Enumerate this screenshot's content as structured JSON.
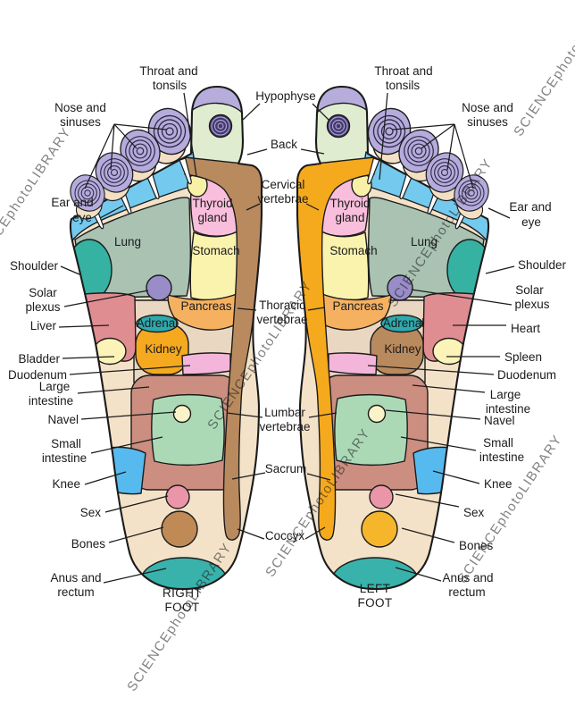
{
  "figure": {
    "caption_right_foot": {
      "line1": "RIGHT",
      "line2": "FOOT"
    },
    "caption_left_foot": {
      "line1": "LEFT",
      "line2": "FOOT"
    },
    "watermark": "SCIENCEphotoLIBRARY"
  },
  "zones": {
    "lung": "Lung",
    "thyroid1": "Thyroid",
    "thyroid2": "gland",
    "stomach": "Stomach",
    "pancreas": "Pancreas",
    "adrenal": "Adrenal",
    "kidney": "Kidney"
  },
  "labels": {
    "throat1": "Throat and",
    "throat2": "tonsils",
    "nose1": "Nose and",
    "nose2": "sinuses",
    "hypophyse": "Hypophyse",
    "back": "Back",
    "cervical1": "Cervical",
    "cervical2": "vertebrae",
    "thoracic1": "Thoracic",
    "thoracic2": "vertebrae",
    "lumbar1": "Lumbar",
    "lumbar2": "vertebrae",
    "sacrum": "Sacrum",
    "coccyx": "Coccyx",
    "ear1": "Ear and",
    "ear2": "eye",
    "shoulder": "Shoulder",
    "solar1": "Solar",
    "solar2": "plexus",
    "liver": "Liver",
    "heart": "Heart",
    "bladder": "Bladder",
    "spleen": "Spleen",
    "duodenum": "Duodenum",
    "large1": "Large",
    "large2": "intestine",
    "navel": "Navel",
    "small1": "Small",
    "small2": "intestine",
    "knee": "Knee",
    "sex": "Sex",
    "bones": "Bones",
    "anus1": "Anus and",
    "anus2": "rectum"
  },
  "colors": {
    "outline": "#1b1b1b",
    "sole": "#f4e2c8",
    "toe_pad": "#f3e0c4",
    "toe_lavender": "#b5abdc",
    "toe_spiral": "#2f2a45",
    "big_toe": "#e0ecd0",
    "big_toe_cap": "#b7addc",
    "spiral_dark": "#43396b",
    "spiral_rings": "#a89fd6",
    "ear_eye_zone": "#74c9ee",
    "lung": "#a9c2b2",
    "shoulder": "#36b2a3",
    "thyroid": "#f8bedb",
    "stomach": "#faf3ae",
    "pancreas": "#f6b160",
    "solar_plexus": "#998dc8",
    "liver": "#e08d92",
    "heart": "#e08d92",
    "bladder": "#fbf3b8",
    "spleen": "#fbf3b8",
    "adrenal": "#2ea9ad",
    "kidney_right_foot": "#f5a91f",
    "kidney_left_foot": "#b98a5e",
    "duodenum": "#f3b5da",
    "large_intestine": "#cb8e80",
    "small_intestine": "#abd9b6",
    "navel": "#f9f3c8",
    "knee": "#57baee",
    "sex": "#eb95a9",
    "bones_right_foot": "#bf8a55",
    "bones_left_foot": "#f6b62b",
    "anus_rectum": "#39b2ab",
    "spine_right_foot": "#b98a5e",
    "spine_left_foot": "#f5a91c",
    "throat_bump": "#f9f0a8",
    "arch_patch": "#ead7c1",
    "watermark": "#a9b2b8"
  }
}
